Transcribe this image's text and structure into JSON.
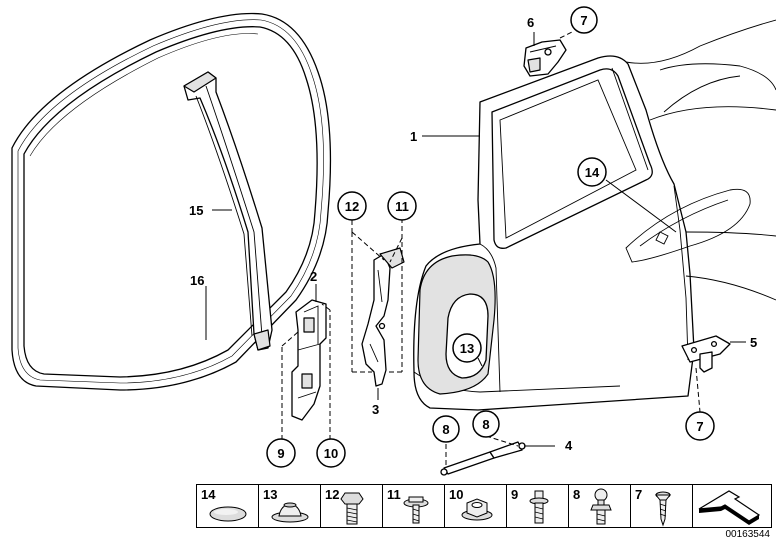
{
  "callouts": {
    "c1": "1",
    "c2": "2",
    "c3": "3",
    "c4": "4",
    "c5": "5",
    "c6": "6",
    "c7_top": "7",
    "c7_bottom": "7",
    "c8_left": "8",
    "c8_right": "8",
    "c9": "9",
    "c10": "10",
    "c11": "11",
    "c12": "12",
    "c13": "13",
    "c14": "14",
    "c15": "15",
    "c16": "16"
  },
  "legend": {
    "items": [
      {
        "number": "14",
        "icon": "oval-cover-icon"
      },
      {
        "number": "13",
        "icon": "round-plug-icon"
      },
      {
        "number": "12",
        "icon": "hex-bolt-icon"
      },
      {
        "number": "11",
        "icon": "washer-screw-icon"
      },
      {
        "number": "10",
        "icon": "hex-nut-icon"
      },
      {
        "number": "9",
        "icon": "stud-bolt-icon"
      },
      {
        "number": "8",
        "icon": "ball-stud-icon"
      },
      {
        "number": "7",
        "icon": "self-tapping-screw-icon"
      },
      {
        "number": "",
        "icon": "direction-arrow-icon"
      }
    ]
  },
  "document_id": "00163544"
}
